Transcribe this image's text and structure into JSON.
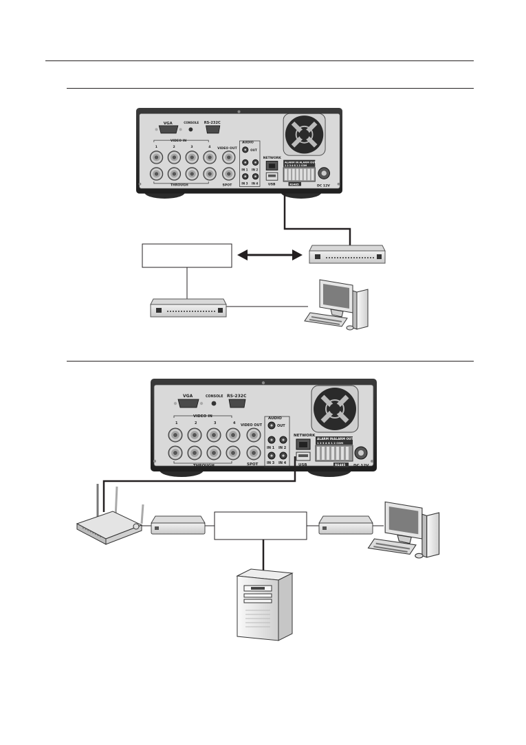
{
  "dvr_panel": {
    "vga": "VGA",
    "console": "CONSOLE",
    "rs232c": "RS-232C",
    "video_in": "VIDEO IN",
    "video_out": "VIDEO OUT",
    "through": "THROUGH",
    "spot": "SPOT",
    "audio": "AUDIO",
    "out": "OUT",
    "in1": "IN 1",
    "in2": "IN 2",
    "in3": "IN 3",
    "in4": "IN 4",
    "network": "NETWORK",
    "usb": "USB",
    "alarm_in": "ALARM IN",
    "alarm_out": "ALARM OUT",
    "alarm_pins": "1 2 3 4 G 1 2 COM",
    "dc12v": "DC 12V",
    "rs485": "RS485",
    "channel_numbers": [
      "1",
      "2",
      "3",
      "4"
    ]
  },
  "diagram1": {
    "internet_box": "",
    "connection": "bidirectional"
  },
  "diagram2": {
    "internet_box": ""
  }
}
